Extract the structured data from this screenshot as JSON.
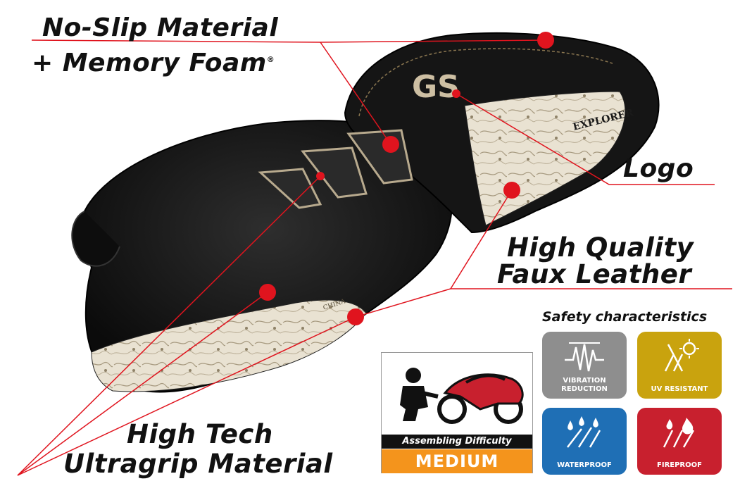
{
  "labels": {
    "no_slip": "No-Slip Material",
    "memory_foam": "+ Memory Foam",
    "registered": "®",
    "logo": "Logo",
    "hq_line1": "High Quality",
    "hq_line2": "Faux Leather",
    "ht_line1": "High Tech",
    "ht_line2": "Ultragrip Material"
  },
  "seat": {
    "logo_text": "GS",
    "brand_text": "EXPLORER",
    "map_word": "CHINA"
  },
  "safety": {
    "title": "Safety characteristics",
    "tiles": [
      {
        "label": "VIBRATION\nREDUCTION",
        "color": "#8e8e8e",
        "icon": "vibration-icon"
      },
      {
        "label": "UV RESISTANT",
        "color": "#c9a30e",
        "icon": "uv-sun-icon"
      },
      {
        "label": "WATERPROOF",
        "color": "#1f6fb5",
        "icon": "water-drops-icon"
      },
      {
        "label": "FIREPROOF",
        "color": "#c8202e",
        "icon": "fire-icon"
      }
    ]
  },
  "assembly": {
    "caption": "Assembling Difficulty",
    "level": "MEDIUM",
    "icon": "mechanic-motorcycle-icon",
    "level_color": "#f4941c"
  },
  "accent_color": "#e0141e"
}
